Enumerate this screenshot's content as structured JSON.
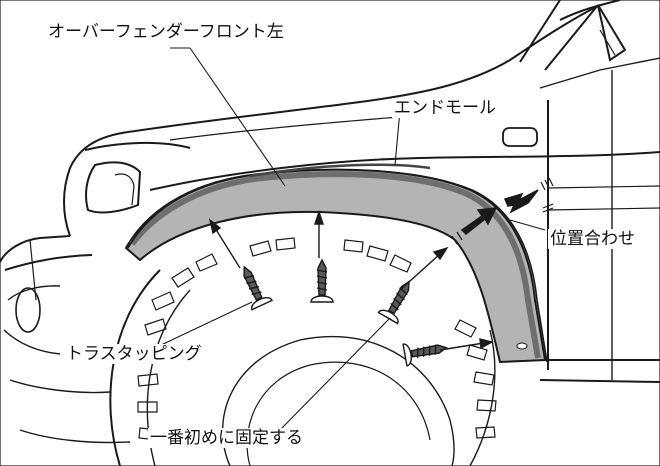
{
  "labels": {
    "overfender": "オーバーフェンダーフロント左",
    "endmold": "エンドモール",
    "alignment": "位置合わせ",
    "tapping": "トラスタッピング",
    "first_fix": "一番初めに固定する"
  },
  "colors": {
    "fender_fill": "#b4b4b4",
    "fender_edge": "#6e6e6e",
    "line": "#1a1a1a"
  }
}
